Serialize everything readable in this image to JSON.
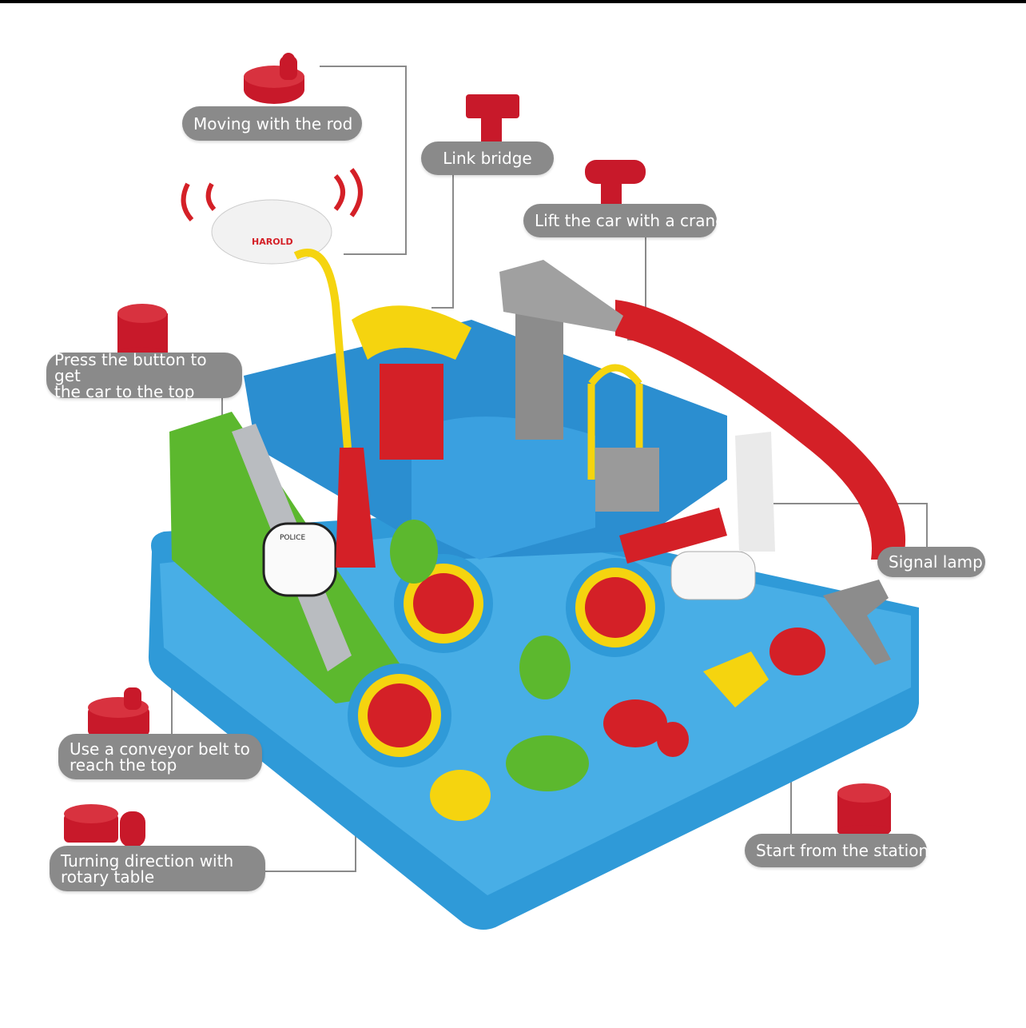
{
  "labels": {
    "moving_rod": "Moving with the rod",
    "link_bridge": "Link bridge",
    "crane": "Lift the car with a crane",
    "press_button": [
      "Press the button to get",
      "the car to the top"
    ],
    "signal_lamp": "Signal lamp",
    "conveyor": [
      "Use a conveyor belt to",
      "reach the top"
    ],
    "rotary": [
      "Turning direction with",
      "rotary table"
    ],
    "station": "Start from the station"
  },
  "toy_text": {
    "helicopter": "HAROLD",
    "police_car": "POLICE"
  },
  "colors": {
    "label_bg": "#8a8a8a",
    "icon_red": "#c8192a",
    "toy_blue": "#2f9ad8",
    "toy_green": "#5cb82e",
    "toy_yellow": "#f5d40f",
    "toy_red": "#d42027",
    "toy_gray": "#8c8c8c"
  }
}
